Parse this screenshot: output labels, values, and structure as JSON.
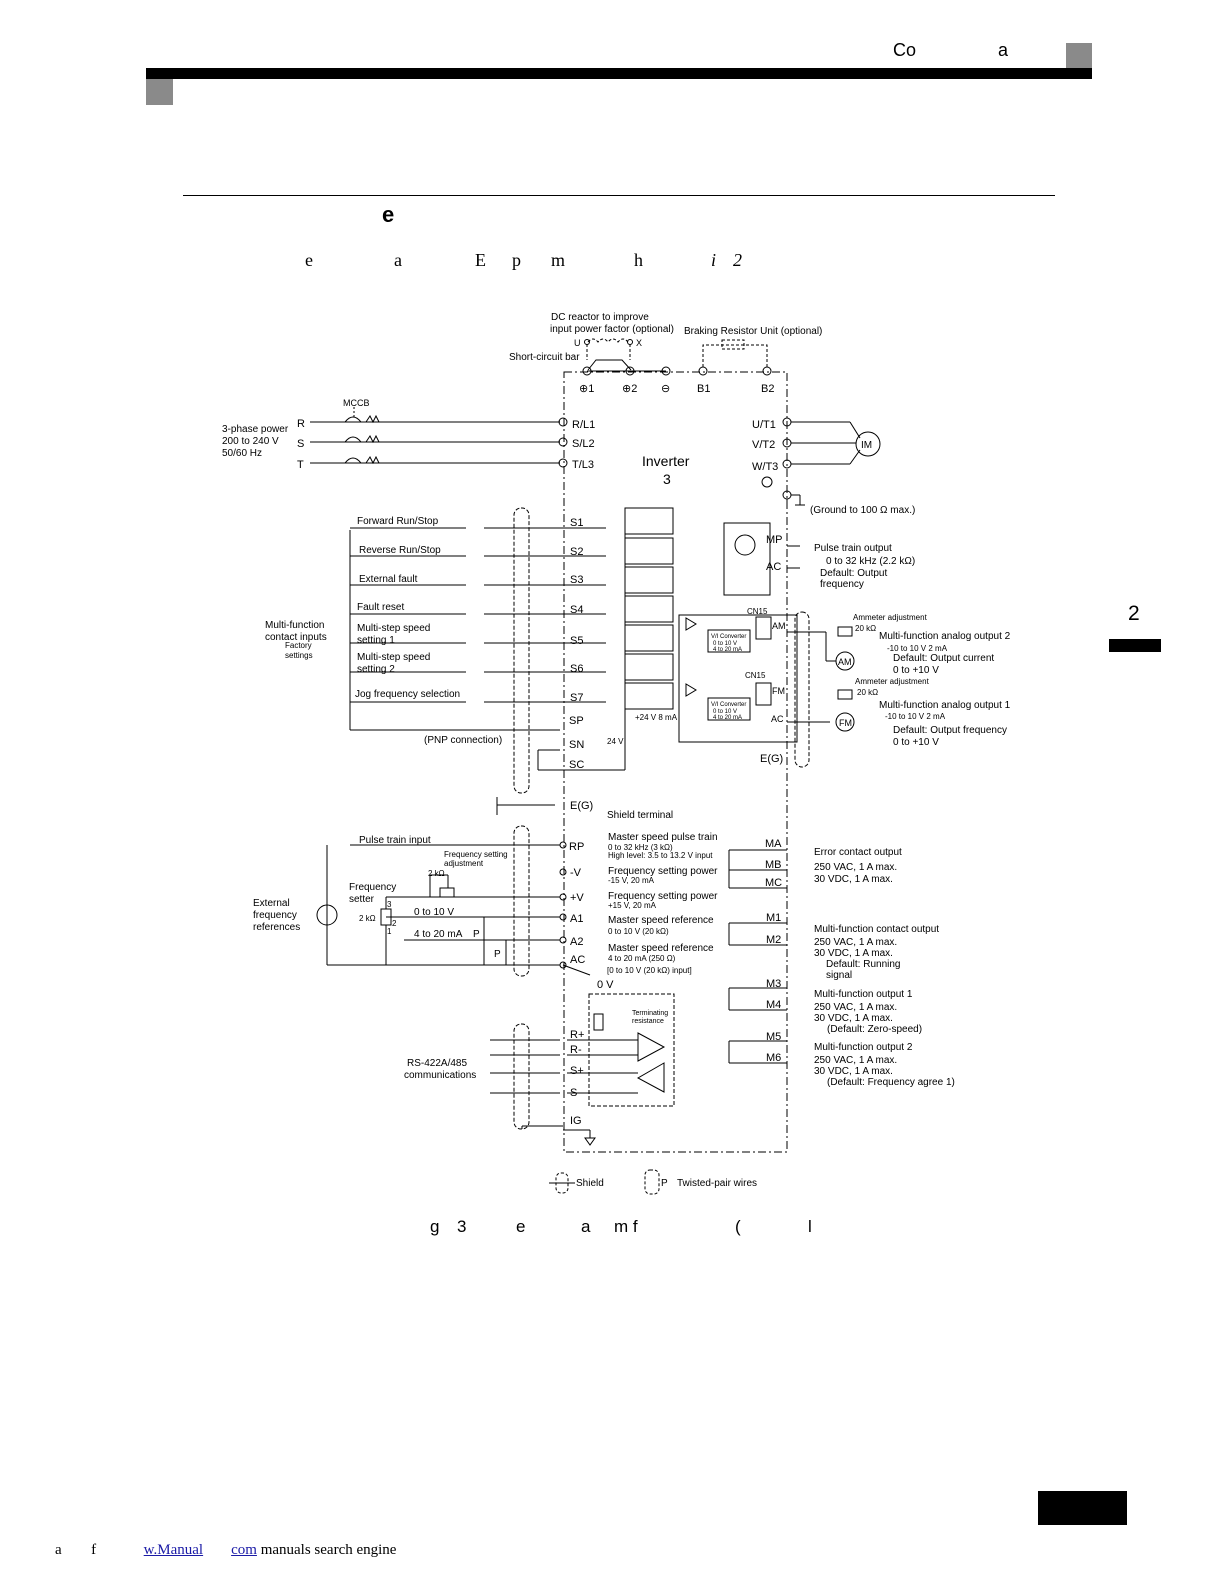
{
  "header": {
    "left_text": "Co",
    "right_text": "a"
  },
  "section": {
    "heading": "e",
    "intro_fragments": [
      "e",
      "a",
      "E",
      "p",
      "m",
      "h",
      "i",
      "2"
    ]
  },
  "side_tab": {
    "number": "2"
  },
  "caption": {
    "fragments": [
      "g",
      "3",
      "e",
      "a",
      "m f",
      "(",
      "l"
    ]
  },
  "footer": {
    "prefix_a": "a",
    "prefix_f": "f",
    "link_part1": "w.Manual",
    "link_part2": "com",
    "suffix": "manuals search engine"
  },
  "diagram": {
    "top_labels": {
      "dc_reactor": "DC reactor to improve",
      "dc_reactor2": "input power factor (optional)",
      "u": "U",
      "x": "X",
      "braking": "Braking Resistor Unit (optional)",
      "short_bar": "Short-circuit bar",
      "t_plus1": "⊕1",
      "t_plus2": "⊕2",
      "t_minus": "⊖",
      "b1": "B1",
      "b2": "B2",
      "mccb": "MCCB"
    },
    "power": {
      "supply1": "3-phase power",
      "supply2": "200 to 240 V",
      "supply3": "50/60 Hz",
      "r": "R",
      "s": "S",
      "t": "T",
      "rl1": "R/L1",
      "sl2": "S/L2",
      "tl3": "T/L3",
      "ut1": "U/T1",
      "vt2": "V/T2",
      "wt3": "W/T3",
      "motor": "IM",
      "inverter": "Inverter",
      "inverter_num": "3",
      "ground_note": "(Ground to 100 Ω max.)"
    },
    "inputs": {
      "items": [
        {
          "label": "Forward Run/Stop",
          "term": "S1"
        },
        {
          "label": "Reverse Run/Stop",
          "term": "S2"
        },
        {
          "label": "External fault",
          "term": "S3"
        },
        {
          "label": "Fault reset",
          "term": "S4"
        },
        {
          "label": "Multi-step speed",
          "label2": "setting 1",
          "term": "S5"
        },
        {
          "label": "Multi-step speed",
          "label2": "setting 2",
          "term": "S6"
        },
        {
          "label": "Jog frequency selection",
          "term": "S7"
        }
      ],
      "group1": "Multi-function",
      "group2": "contact inputs",
      "group3": "Factory",
      "group4": "settings",
      "sp": "SP",
      "sn": "SN",
      "sc": "SC",
      "pnp": "(PNP connection)",
      "v24": "24 V",
      "v24ma": "+24 V 8 mA"
    },
    "outputs": {
      "mp": "MP",
      "ac": "AC",
      "pulse1": "Pulse train output",
      "pulse2": "0 to 32 kHz (2.2 kΩ)",
      "pulse3": "Default: Output",
      "pulse4": "frequency",
      "cn15a": "CN15",
      "cn15b": "CN15",
      "am": "AM",
      "fm": "FM",
      "ac2": "AC",
      "vi1": "V/I Converter",
      "vi2": "0 to 10 V",
      "vi3": "4 to 20 mA",
      "amm_adj1": "Ammeter adjustment",
      "ohm1": "20 kΩ",
      "ao2_1": "Multi-function analog output 2",
      "ao2_2": "-10 to 10 V 2 mA",
      "ao2_3": "Default: Output current",
      "ao2_4": "0 to +10 V",
      "am_meter": "AM",
      "amm_adj2": "Ammeter adjustment",
      "ohm2": "20 kΩ",
      "ao1_1": "Multi-function analog output 1",
      "ao1_2": "-10 to 10 V 2 mA",
      "ao1_3": "Default: Output frequency",
      "ao1_4": "0 to +10 V",
      "fm_meter": "FM",
      "eg": "E(G)"
    },
    "shield": {
      "eg": "E(G)",
      "terminal": "Shield terminal"
    },
    "freq": {
      "pulse_in": "Pulse train input",
      "fsa1": "Frequency setting",
      "fsa2": "adjustment",
      "k2a": "2 kΩ",
      "fset1": "Frequency",
      "fset2": "setter",
      "k2b": "2 kΩ",
      "n3": "3",
      "n2": "2",
      "n1": "1",
      "v010": "0 to 10 V",
      "ma420": "4 to 20 mA",
      "p1": "P",
      "p2": "P",
      "ext1": "External",
      "ext2": "frequency",
      "ext3": "references",
      "rp": "RP",
      "mv": "-V",
      "pv": "+V",
      "a1": "A1",
      "a2": "A2",
      "ac": "AC",
      "ov": "0 V",
      "rp_d1": "Master speed pulse train",
      "rp_d2": "0 to 32 kHz (3 kΩ)",
      "rp_d3": "High level: 3.5 to 13.2 V input",
      "mv_d1": "Frequency setting power",
      "mv_d2": "-15 V, 20 mA",
      "pv_d1": "Frequency setting power",
      "pv_d2": "+15 V, 20 mA",
      "a1_d1": "Master speed reference",
      "a1_d2": "0 to 10 V (20 kΩ)",
      "a2_d1": "Master speed reference",
      "a2_d2": "4 to 20 mA (250 Ω)",
      "a2_d3": "[0 to 10 V (20 kΩ) input]"
    },
    "relays": {
      "ma": "MA",
      "mb": "MB",
      "mc": "MC",
      "err1": "Error contact output",
      "err2": "250 VAC, 1 A max.",
      "err3": "30 VDC, 1 A max.",
      "m1": "M1",
      "m2": "M2",
      "mc1": "Multi-function contact output",
      "mc2": "250 VAC, 1 A max.",
      "mc3": "30 VDC, 1 A max.",
      "mc4": "Default: Running",
      "mc5": "signal",
      "m3": "M3",
      "m4": "M4",
      "mo1_1": "Multi-function output 1",
      "mo1_2": "250 VAC, 1 A max.",
      "mo1_3": "30 VDC, 1 A max.",
      "mo1_4": "(Default: Zero-speed)",
      "m5": "M5",
      "m6": "M6",
      "mo2_1": "Multi-function output 2",
      "mo2_2": "250 VAC, 1 A max.",
      "mo2_3": "30 VDC, 1 A max.",
      "mo2_4": "(Default: Frequency agree 1)"
    },
    "comm": {
      "rs1": "RS-422A/485",
      "rs2": "communications",
      "rp": "R+",
      "rm": "R-",
      "sp": "S+",
      "sm": "S-",
      "ig": "IG",
      "term1": "Terminating",
      "term2": "resistance"
    },
    "legend": {
      "shield": "Shield",
      "p": "P",
      "twisted": "Twisted-pair wires"
    }
  }
}
